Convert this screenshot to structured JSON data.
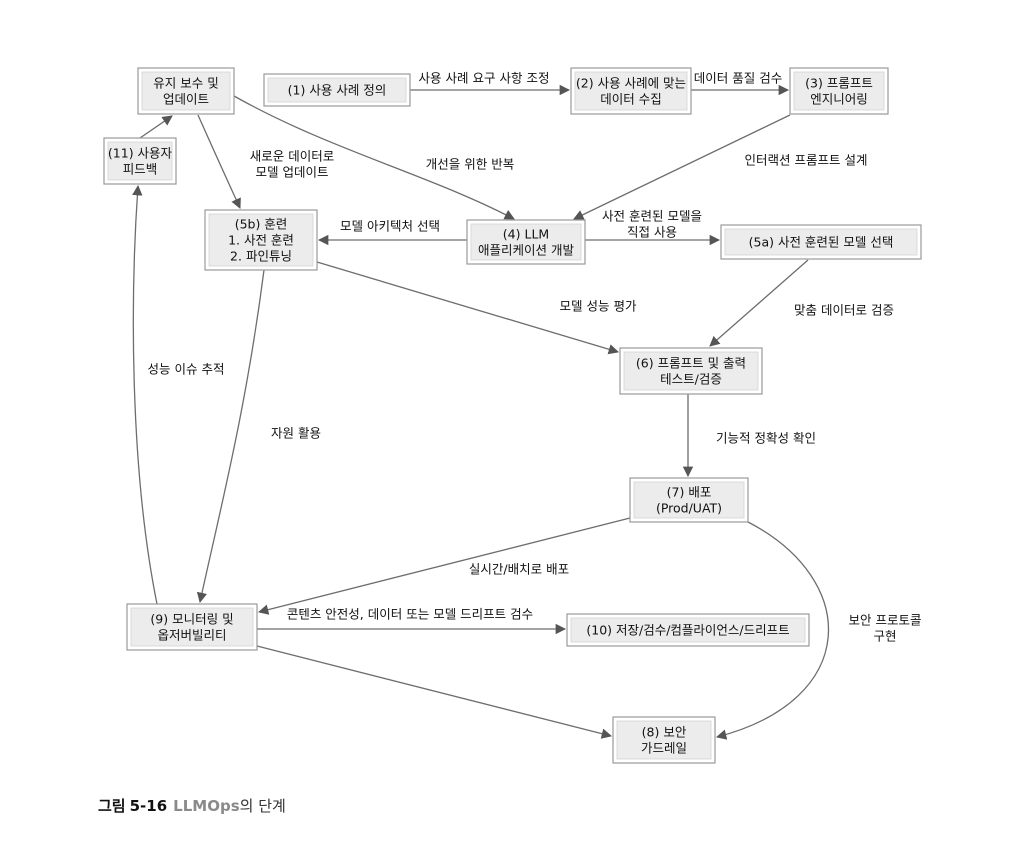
{
  "nodes": {
    "maintenance": [
      "유지 보수 및",
      "업데이트"
    ],
    "user_feedback": [
      "(11) 사용자",
      "피드백"
    ],
    "use_case": [
      "(1) 사용 사례 정의"
    ],
    "data_collect": [
      "(2) 사용 사례에 맞는",
      "데이터 수집"
    ],
    "prompt_eng": [
      "(3) 프롬프트",
      "엔지니어링"
    ],
    "training": [
      "(5b) 훈련",
      "1. 사전 훈련",
      "2. 파인튜닝"
    ],
    "llm_dev": [
      "(4) LLM",
      "애플리케이션 개발"
    ],
    "pretrained_select": [
      "(5a) 사전 훈련된 모델 선택"
    ],
    "test": [
      "(6) 프롬프트 및 출력",
      "테스트/검증"
    ],
    "deploy": [
      "(7) 배포",
      "(Prod/UAT)"
    ],
    "monitoring": [
      "(9) 모니터링 및",
      "옵저버빌리티"
    ],
    "storage": [
      "(10) 저장/검수/컴플라이언스/드리프트"
    ],
    "security": [
      "(8) 보안",
      "가드레일"
    ]
  },
  "edges": {
    "e1_2": [
      "사용 사례 요구 사항 조정"
    ],
    "e2_3": [
      "데이터 품질 검수"
    ],
    "e3_4": [
      "인터랙션 프롬프트 설계"
    ],
    "emaint_4": [
      "개선을 위한 반복"
    ],
    "emaint_5b": [
      "새로운 데이터로",
      "모델 업데이트"
    ],
    "e4_5b": [
      "모델 아키텍처 선택"
    ],
    "e4_5a": [
      "사전 훈련된 모델을",
      "직접 사용"
    ],
    "e5b_6": [
      "모델 성능 평가"
    ],
    "e5a_6": [
      "맞춤 데이터로 검증"
    ],
    "e5b_9": [
      "자원 활용"
    ],
    "e9_11": [
      "성능 이슈 추적"
    ],
    "e6_7": [
      "기능적 정확성 확인"
    ],
    "e7_9": [
      "실시간/배치로 배포"
    ],
    "e9_10": [
      "콘텐츠 안전성, 데이터 또는 모델 드리프트 검수"
    ],
    "e7_8": [
      "보안 프로토콜",
      "구현"
    ]
  },
  "caption": {
    "label": "그림",
    "number": "5-16",
    "title_bold": "LLMOps",
    "title_rest": "의 단계"
  }
}
